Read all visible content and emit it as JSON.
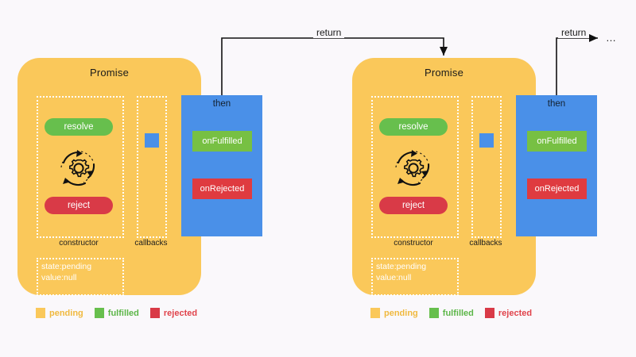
{
  "page": {
    "background_color": "#faf8fb",
    "title": "Promise chain diagram"
  },
  "colors": {
    "pending": "#fac85a",
    "fulfilled": "#67bf4d",
    "rejected": "#d93a47",
    "then_block": "#4a90e8",
    "text_dark": "#1a1a1a",
    "dotted_border": "#ffffff"
  },
  "promises": [
    {
      "title": "Promise",
      "constructor_label": "constructor",
      "callbacks_label": "callbacks",
      "resolve_label": "resolve",
      "reject_label": "reject",
      "gear_icon": "gear-cycle-icon",
      "state_text": "state:pending\nvalue:null",
      "state_lines": [
        "state:pending",
        "value:null"
      ],
      "then": {
        "title": "then",
        "on_fulfilled": "onFulfilled",
        "on_rejected": "onRejected"
      }
    },
    {
      "title": "Promise",
      "constructor_label": "constructor",
      "callbacks_label": "callbacks",
      "resolve_label": "resolve",
      "reject_label": "reject",
      "gear_icon": "gear-cycle-icon",
      "state_text": "state:pending\nvalue:null",
      "state_lines": [
        "state:pending",
        "value:null"
      ],
      "then": {
        "title": "then",
        "on_fulfilled": "onFulfilled",
        "on_rejected": "onRejected"
      }
    }
  ],
  "arrows": [
    {
      "label": "return",
      "from": "then-block-1",
      "to": "promise-card-2"
    },
    {
      "label": "return",
      "from": "then-block-2",
      "to": "ellipsis"
    }
  ],
  "continuation": "…",
  "legends": [
    {
      "items": [
        {
          "label": "pending",
          "color": "#fac85a"
        },
        {
          "label": "fulfilled",
          "color": "#67bf4d"
        },
        {
          "label": "rejected",
          "color": "#d93a47"
        }
      ]
    },
    {
      "items": [
        {
          "label": "pending",
          "color": "#fac85a"
        },
        {
          "label": "fulfilled",
          "color": "#67bf4d"
        },
        {
          "label": "rejected",
          "color": "#d93a47"
        }
      ]
    }
  ]
}
